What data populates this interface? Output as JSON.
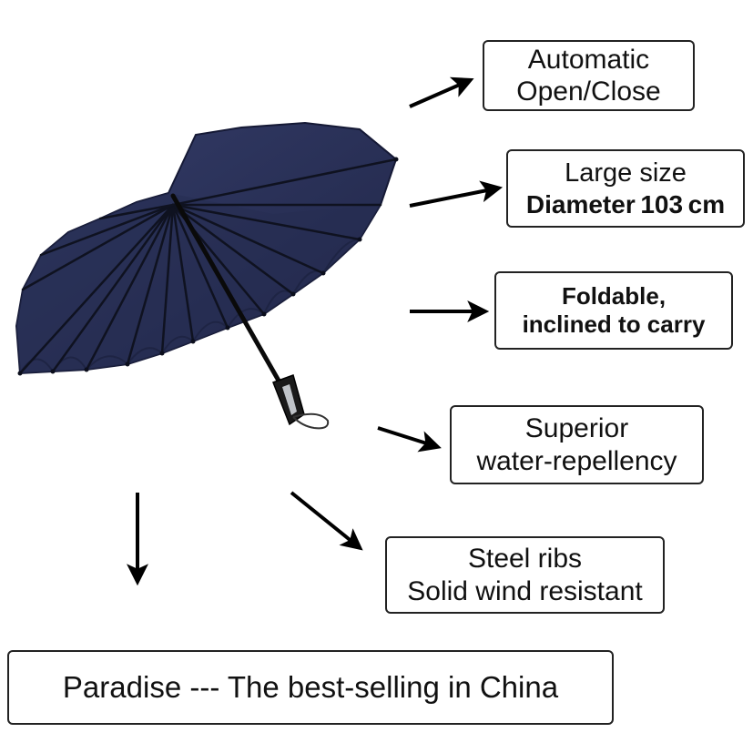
{
  "features": [
    {
      "id": "auto",
      "lines": [
        "Automatic",
        "Open/Close"
      ]
    },
    {
      "id": "size",
      "lines": [
        "Large size",
        "Diameter 103 cm"
      ]
    },
    {
      "id": "fold",
      "lines": [
        "Foldable,",
        "inclined to carry"
      ]
    },
    {
      "id": "water",
      "lines": [
        "Superior",
        "water-repellency"
      ]
    },
    {
      "id": "ribs",
      "lines": [
        "Steel ribs",
        "Solid wind resistant"
      ]
    }
  ],
  "banner": "Paradise --- The best-selling in China",
  "colors": {
    "canopy": "#2b3258",
    "canopy_dark": "#1d2240",
    "rib": "#0f1220",
    "border": "#222222",
    "arrow": "#000000"
  },
  "icons": [
    "umbrella-illustration",
    "arrow-icon"
  ]
}
